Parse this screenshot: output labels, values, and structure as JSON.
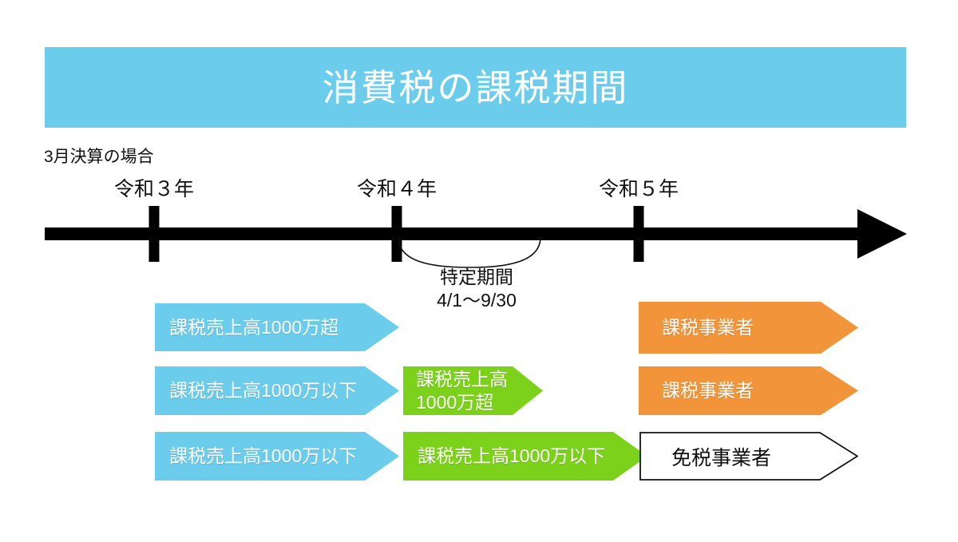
{
  "colors": {
    "accent_blue": "#6bccec",
    "green": "#7cd21a",
    "orange": "#f2953a",
    "axis": "#000000",
    "text_dark": "#111111",
    "text_light": "#ffffff"
  },
  "banner": {
    "title": "消費税の課税期間"
  },
  "timeline": {
    "fiscal_note": "3月決算の場合",
    "years": [
      {
        "label": "令和３年"
      },
      {
        "label": "令和４年"
      },
      {
        "label": "令和５年"
      }
    ],
    "brace_caption_line1": "特定期間",
    "brace_caption_line2": "4/1〜9/30"
  },
  "rows": [
    {
      "name": "row-1",
      "segments": [
        {
          "label": "課税売上高1000万超",
          "style": "blue"
        },
        {
          "label": "課税事業者",
          "style": "orange"
        }
      ]
    },
    {
      "name": "row-2",
      "segments": [
        {
          "label": "課税売上高1000万以下",
          "style": "blue"
        },
        {
          "label": "課税売上高\n1000万超",
          "style": "green"
        },
        {
          "label": "課税事業者",
          "style": "orange"
        }
      ]
    },
    {
      "name": "row-3",
      "segments": [
        {
          "label": "課税売上高1000万以下",
          "style": "blue"
        },
        {
          "label": "課税売上高1000万以下",
          "style": "green"
        },
        {
          "label": "免税事業者",
          "style": "white-outline"
        }
      ]
    }
  ]
}
